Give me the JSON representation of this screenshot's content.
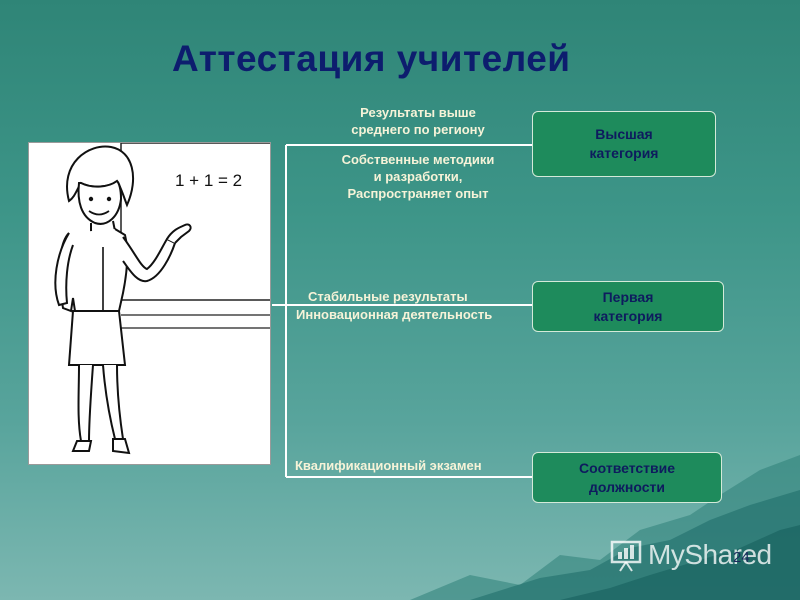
{
  "title": "Аттестация учителей",
  "illustration": {
    "equation": "1 + 1 = 2"
  },
  "criteria": {
    "top_1": "Результаты выше",
    "top_2": "среднего по региону",
    "methods_1": "Собственные методики",
    "methods_2": "и разработки,",
    "methods_3": "Распространяет опыт",
    "stable": "Стабильные результаты",
    "innovation": "Инновационная деятельность",
    "exam": "Квалификационный экзамен"
  },
  "categories": {
    "highest_1": "Высшая",
    "highest_2": "категория",
    "first_1": "Первая",
    "first_2": "категория",
    "compliance_1": "Соответствие",
    "compliance_2": "должности"
  },
  "watermark": {
    "text": "MyShared"
  },
  "page_number": "24",
  "colors": {
    "title": "#0d1d6e",
    "box_fill": "#1e8b5c",
    "criteria_text": "#f6f3d8",
    "background": "#3d9588"
  }
}
